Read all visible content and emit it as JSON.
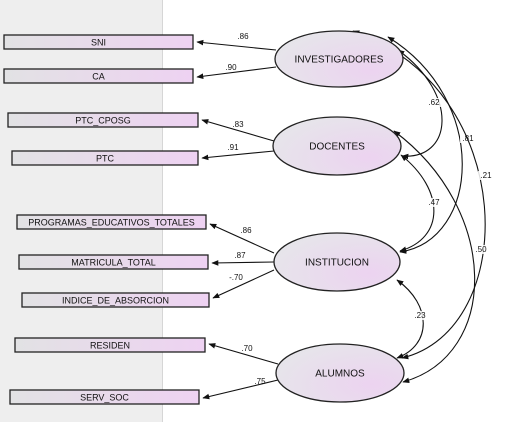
{
  "observed": [
    {
      "id": "sni",
      "label": "SNI"
    },
    {
      "id": "ca",
      "label": "CA"
    },
    {
      "id": "ptc_cposg",
      "label": "PTC_CPOSG"
    },
    {
      "id": "ptc",
      "label": "PTC"
    },
    {
      "id": "programas",
      "label": "PROGRAMAS_EDUCATIVOS_TOTALES"
    },
    {
      "id": "matricula",
      "label": "MATRICULA_TOTAL"
    },
    {
      "id": "indice",
      "label": "INDICE_DE_ABSORCION"
    },
    {
      "id": "residen",
      "label": "RESIDEN"
    },
    {
      "id": "serv_soc",
      "label": "SERV_SOC"
    }
  ],
  "latent": [
    {
      "id": "investigadores",
      "label": "INVESTIGADORES"
    },
    {
      "id": "docentes",
      "label": "DOCENTES"
    },
    {
      "id": "institucion",
      "label": "INSTITUCION"
    },
    {
      "id": "alumnos",
      "label": "ALUMNOS"
    }
  ],
  "loadings": [
    {
      "from": "investigadores",
      "to": "sni",
      "value": ".86"
    },
    {
      "from": "investigadores",
      "to": "ca",
      "value": ".90"
    },
    {
      "from": "docentes",
      "to": "ptc_cposg",
      "value": ".83"
    },
    {
      "from": "docentes",
      "to": "ptc",
      "value": ".91"
    },
    {
      "from": "institucion",
      "to": "programas",
      "value": ".86"
    },
    {
      "from": "institucion",
      "to": "matricula",
      "value": ".87"
    },
    {
      "from": "institucion",
      "to": "indice",
      "value": "-.70"
    },
    {
      "from": "alumnos",
      "to": "residen",
      "value": ".70"
    },
    {
      "from": "alumnos",
      "to": "serv_soc",
      "value": ".75"
    }
  ],
  "covariances": [
    {
      "a": "investigadores",
      "b": "docentes",
      "value": ".62"
    },
    {
      "a": "investigadores",
      "b": "institucion",
      "value": ".81"
    },
    {
      "a": "investigadores",
      "b": "alumnos",
      "value": ".21"
    },
    {
      "a": "docentes",
      "b": "institucion",
      "value": ".47"
    },
    {
      "a": "docentes",
      "b": "alumnos",
      "value": ".50"
    },
    {
      "a": "institucion",
      "b": "alumnos",
      "value": ".23"
    }
  ],
  "colors": {
    "left_panel": "#eeeeee",
    "fill_light": "#e4e4e4",
    "fill_accent": "#ecd0f0",
    "stroke": "#222222"
  }
}
